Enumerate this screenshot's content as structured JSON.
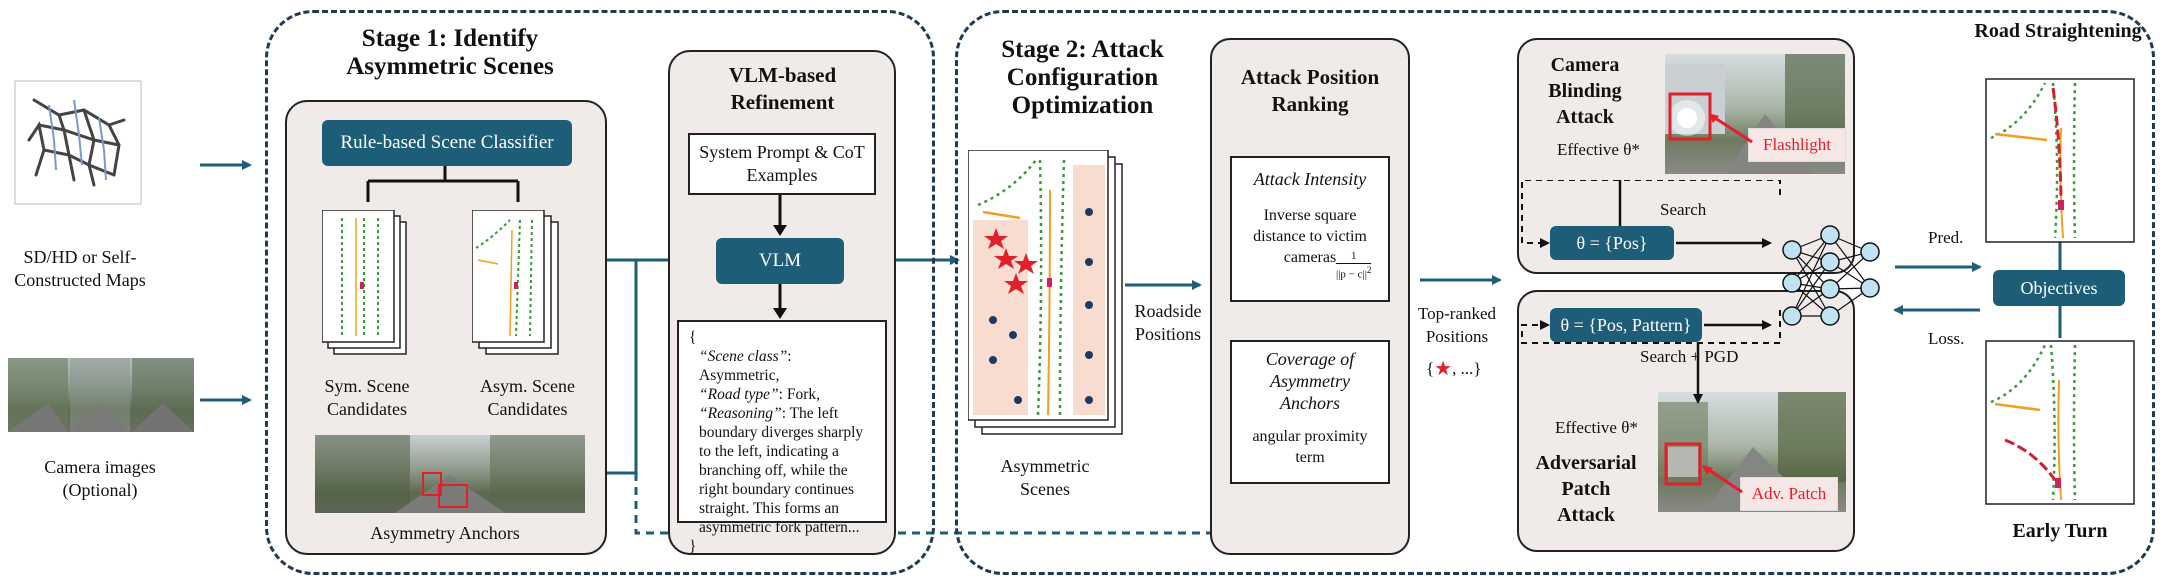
{
  "inputs": {
    "maps_label": "SD/HD or Self-Constructed Maps",
    "camera_label": "Camera images (Optional)"
  },
  "stage1": {
    "title": "Stage 1: Identify Asymmetric Scenes",
    "classifier": "Rule-based Scene Classifier",
    "sym_label": "Sym. Scene Candidates",
    "asym_label": "Asym. Scene Candidates",
    "anchors_label": "Asymmetry Anchors"
  },
  "vlm": {
    "title": "VLM-based Refinement",
    "prompt": "System Prompt & CoT Examples",
    "vlm_label": "VLM",
    "output_open": "{",
    "line1_key": "“Scene class”",
    "line1_val": ": Asymmetric,",
    "line2_key": "“Road type”",
    "line2_val": ": Fork,",
    "line3_key": "“Reasoning”",
    "line3_val": ": The left boundary diverges sharply to the left, indicating a branching off, while the right boundary continues straight. This forms an asymmetric fork pattern...",
    "output_close": "}"
  },
  "stage2": {
    "title": "Stage 2: Attack Configuration Optimization",
    "asym_scenes_label": "Asymmetric Scenes",
    "roadside_label": "Roadside Positions",
    "ranking_title": "Attack Position Ranking",
    "intensity_title": "Attack Intensity",
    "intensity_desc": "Inverse square distance to victim cameras",
    "intensity_formula_num": "1",
    "intensity_formula_den": "||p − c||",
    "intensity_formula_exp": "2",
    "coverage_title": "Coverage of Asymmetry Anchors",
    "coverage_desc": "angular proximity term",
    "topranked_label": "Top-ranked Positions",
    "topranked_set_open": "{",
    "topranked_set_rest": ", ...}"
  },
  "attacks": {
    "blinding_title": "Camera Blinding Attack",
    "blinding_effective": "Effective θ*",
    "flashlight": "Flashlight",
    "theta_pos": "θ = {Pos}",
    "search": "Search",
    "theta_pos_pattern": "θ = {Pos, Pattern}",
    "search_pgd": "Search + PGD",
    "patch_effective": "Effective θ*",
    "patch_title": "Adversarial Patch Attack",
    "adv_patch": "Adv. Patch"
  },
  "outputs": {
    "road_straightening": "Road Straightening",
    "early_turn": "Early Turn",
    "objectives": "Objectives",
    "pred": "Pred.",
    "loss": "Loss."
  },
  "colors": {
    "teal": "#1d5d78",
    "box_bg": "#f0ebe8",
    "green": "#3a9a3a",
    "orange": "#f0a020",
    "red": "#e0202a",
    "dark_red": "#d02030",
    "node_fill": "#bfe3f2",
    "shade": "#f8dcd0",
    "navy": "#1f3a5f"
  }
}
